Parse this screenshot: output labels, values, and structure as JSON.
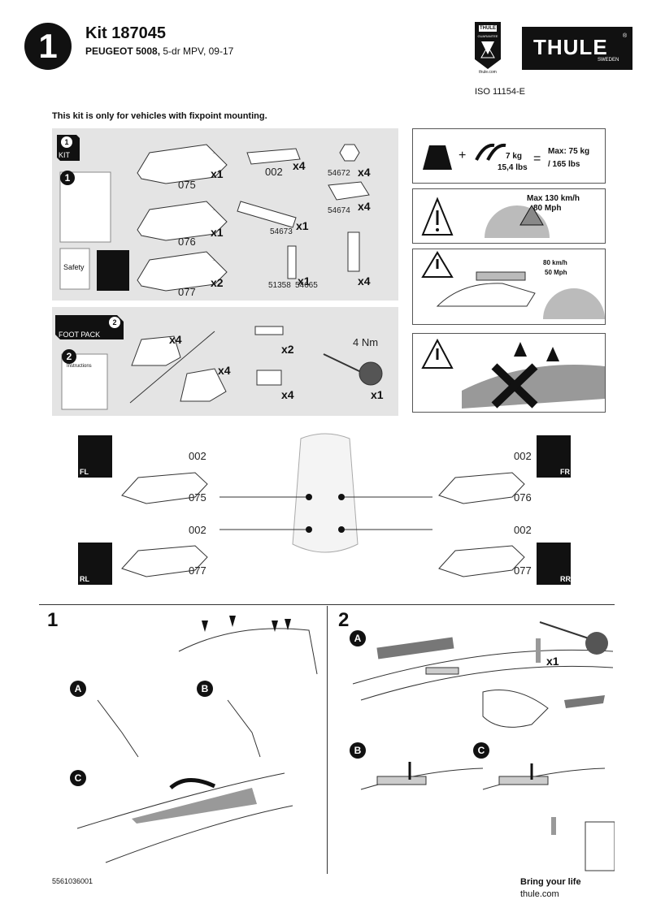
{
  "header": {
    "step": "1",
    "title": "Kit 187045",
    "vehicle_make": "PEUGEOT 5008,",
    "vehicle_desc": " 5-dr MPV, 09-17",
    "iso": "ISO 11154-E",
    "brand": "THULE",
    "brand_sub": "SWEDEN",
    "guarantee": "GUARANTEE",
    "guarantee_url": "thule.com"
  },
  "notice": "This kit is only for vehicles with fixpoint mounting.",
  "kit_panel": {
    "badge_num": "1",
    "badge_label": "KIT",
    "booklet_num": "1",
    "safety_label": "Safety",
    "parts": [
      {
        "code": "075",
        "qty": "x1"
      },
      {
        "code": "076",
        "qty": "x1"
      },
      {
        "code": "077",
        "qty": "x2"
      },
      {
        "code": "002",
        "qty": "x4"
      },
      {
        "code": "54673",
        "qty": "x1"
      },
      {
        "code": "51358",
        "qty": "x1"
      },
      {
        "code": "54665",
        "qty": ""
      },
      {
        "code": "54672",
        "qty": "x4"
      },
      {
        "code": "54674",
        "qty": "x4"
      },
      {
        "code": "",
        "qty": "x4"
      }
    ]
  },
  "foot_panel": {
    "badge_num": "2",
    "badge_label": "FOOT PACK",
    "booklet_num": "2",
    "instructions_label": "Instructions",
    "parts": [
      {
        "qty": "x4"
      },
      {
        "qty": "x4"
      },
      {
        "qty": "x2"
      },
      {
        "qty": "x4"
      },
      {
        "torque": "4 Nm",
        "qty": "x1"
      }
    ]
  },
  "warnings": {
    "load_kg": "7 kg",
    "load_lbs": "15,4 lbs",
    "equals": "=",
    "plus": "+",
    "max_load_kg": "Max: 75 kg",
    "max_load_lbs": "/ 165 lbs",
    "speed_max": "Max  130 km/h",
    "speed_max_mph": "80 Mph",
    "speed_loaded": "80 km/h",
    "speed_loaded_mph": "50 Mph"
  },
  "position_diagram": {
    "fl": {
      "corner": "FL",
      "upper": "002",
      "lower": "075"
    },
    "fr": {
      "corner": "FR",
      "upper": "002",
      "lower": "076"
    },
    "rl": {
      "corner": "RL",
      "upper": "002",
      "lower": "077"
    },
    "rr": {
      "corner": "RR",
      "upper": "002",
      "lower": "077"
    }
  },
  "steps": {
    "step1": {
      "num": "1",
      "a": "A",
      "b": "B",
      "c": "C"
    },
    "step2": {
      "num": "2",
      "a": "A",
      "b": "B",
      "c": "C",
      "qty": "x1"
    }
  },
  "footer": {
    "doc_id": "5561036001",
    "tagline": "Bring your life",
    "url": "thule.com"
  }
}
